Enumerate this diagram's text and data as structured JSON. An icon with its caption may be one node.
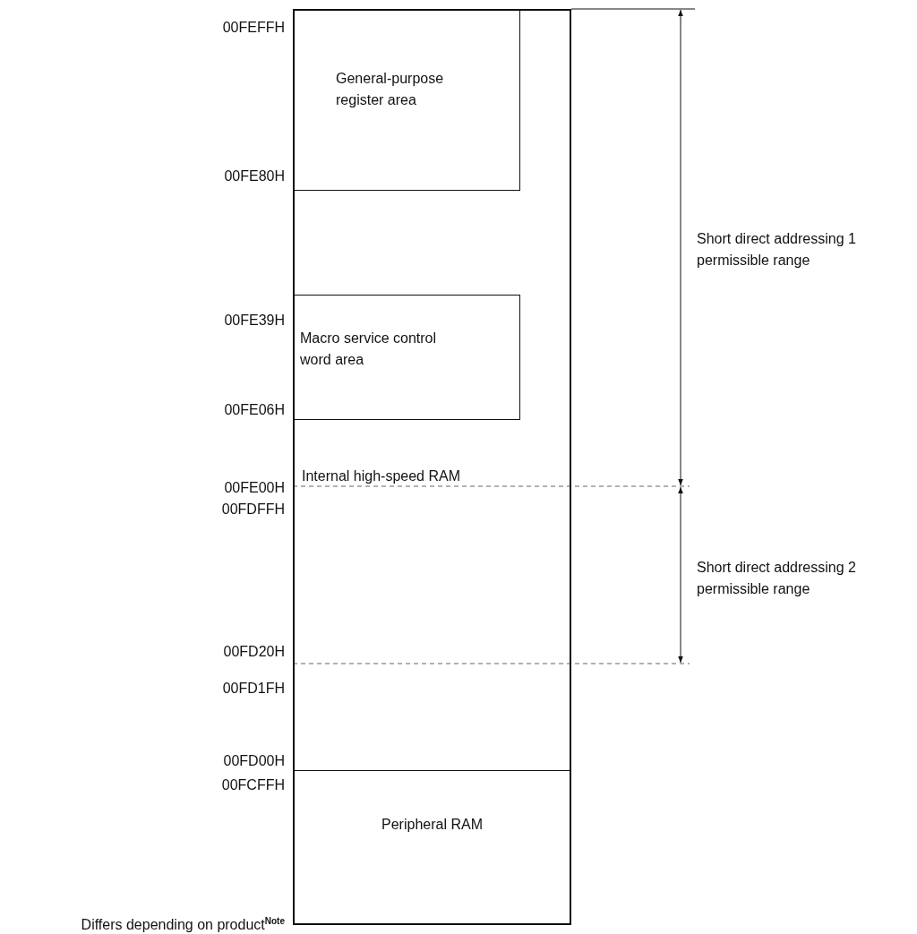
{
  "diagram": {
    "nodes": [
      {
        "text": [
          "Internal high-speed RAM"
        ]
      },
      {
        "text": [
          "General-purpose register area"
        ],
        "in": 0
      },
      {
        "text": [
          "Macro service control word area"
        ],
        "in": 0
      },
      {
        "text": [
          "Peripheral RAM"
        ]
      }
    ],
    "edges": [],
    "labels": [
      "00FEFFH",
      "00FE80H",
      "Short direct addressing 1 permissible range",
      "00FE39H",
      "00FE06H",
      "00FE00H",
      "00FDFFH",
      "Short direct addressing 2 permissible range",
      "00FD20H",
      "00FD1FH",
      "00FD00H",
      "00FCFFH",
      "Differs depending on product$^{Note}$"
    ]
  }
}
